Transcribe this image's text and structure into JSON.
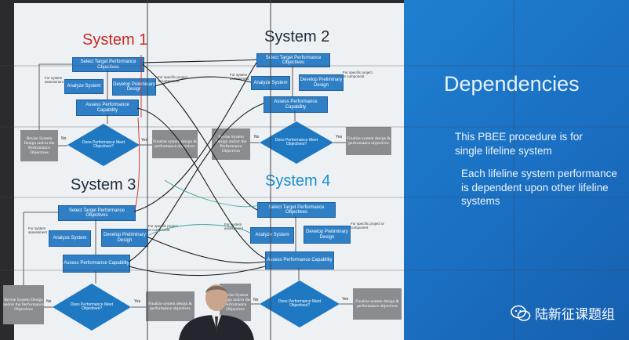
{
  "systems": [
    {
      "title": "System 1"
    },
    {
      "title": "System 2"
    },
    {
      "title": "System 3"
    },
    {
      "title": "System 4"
    }
  ],
  "flow": {
    "select": "Select Target Performance Objectives",
    "analyze": "Analyze System",
    "develop": "Develop Preliminary Design",
    "assess": "Assess Performance Capability",
    "decision": "Does Performance Meet Objectives?",
    "revise": "Revise System Design and/or the Performance Objectives",
    "finalize": "Finalize system design & performance objectives",
    "left_note": "For system assessment",
    "right_note": "For specific project or component",
    "no": "No",
    "yes": "Yes"
  },
  "panel": {
    "heading": "Dependencies",
    "line1": "This PBEE procedure is for single lifeline system",
    "line2": "Each lifeline system performance is dependent upon other lifeline systems"
  },
  "watermark": {
    "text": "陆新征课题组"
  },
  "colors": {
    "panel_blue": "#1a6fc2",
    "box_blue": "#2f7fc6",
    "diamond_blue": "#1e78c2",
    "grey_box": "#8a8c90",
    "system1_red": "#c62b28",
    "system4_blue": "#1a8fcf"
  }
}
